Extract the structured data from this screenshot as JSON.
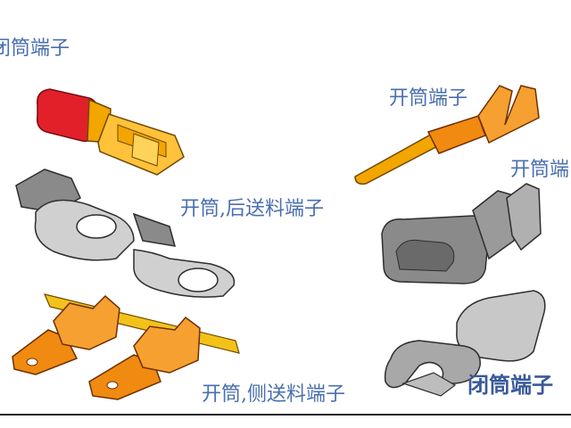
{
  "labels": {
    "top_left": "闭筒端子",
    "right_top": "开筒端子",
    "middle_left": "开筒,后送料端子",
    "right_middle": "开筒端",
    "bottom_left": "开筒,侧送料端子",
    "bottom_right": "闭筒端子"
  },
  "colors": {
    "label_text": "#4a6fb0",
    "red_insulation": "#e2202a",
    "brass": "#f3a500",
    "orange_terminal": "#f08a10",
    "gray_metal": "#8a8a8a",
    "light_gray_metal": "#c8c8c8"
  }
}
